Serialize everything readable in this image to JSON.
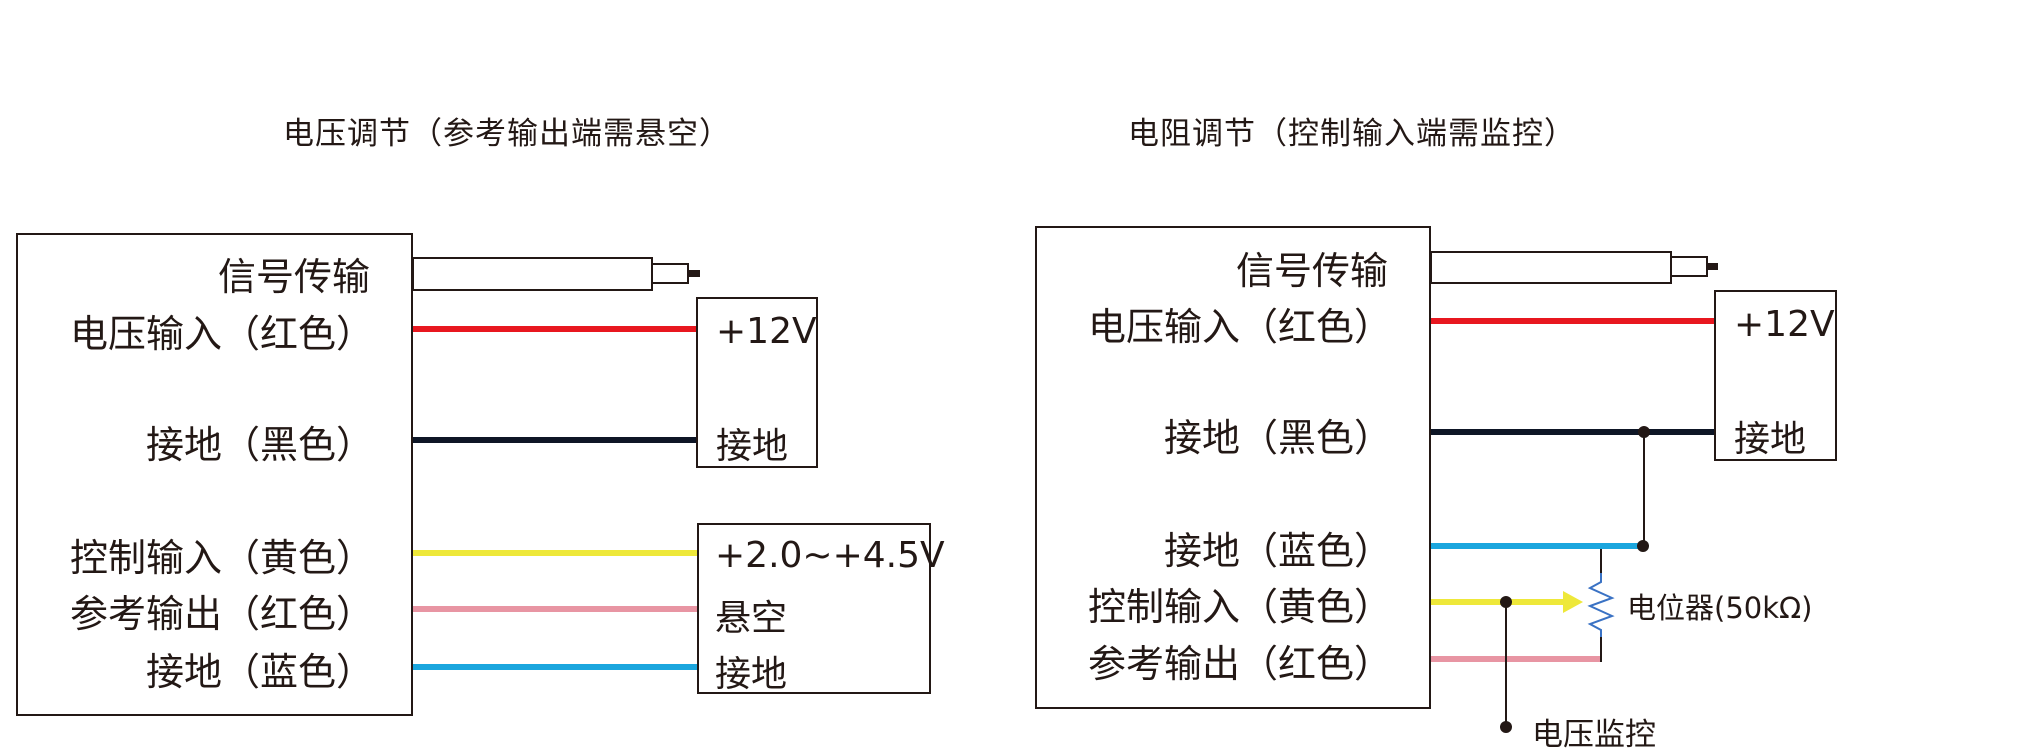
{
  "colors": {
    "outline": "#231815",
    "red": "#E8171F",
    "black": "#0E1626",
    "yellow": "#EEE83A",
    "pink": "#E895A3",
    "blue": "#1BA6DE",
    "pot": "#3A72C4"
  },
  "left": {
    "title": "电压调节（参考输出端需悬空）",
    "labels": {
      "signal": "信号传输",
      "power": "电压输入（红色）",
      "gnd_black": "接地（黑色）",
      "control": "控制输入（黄色）",
      "ref": "参考输出（红色）",
      "gnd_blue": "接地（蓝色）"
    },
    "supply_box": {
      "v12": "+12V",
      "gnd": "接地"
    },
    "control_box": {
      "range": "+2.0~+4.5V",
      "float": "悬空",
      "gnd": "接地"
    }
  },
  "right": {
    "title": "电阻调节（控制输入端需监控）",
    "labels": {
      "signal": "信号传输",
      "power": "电压输入（红色）",
      "gnd_black": "接地（黑色）",
      "gnd_blue": "接地（蓝色）",
      "control": "控制输入（黄色）",
      "ref": "参考输出（红色）"
    },
    "supply_box": {
      "v12": "+12V",
      "gnd": "接地"
    },
    "pot_label": "电位器(50kΩ)",
    "monitor_label": "电压监控"
  }
}
